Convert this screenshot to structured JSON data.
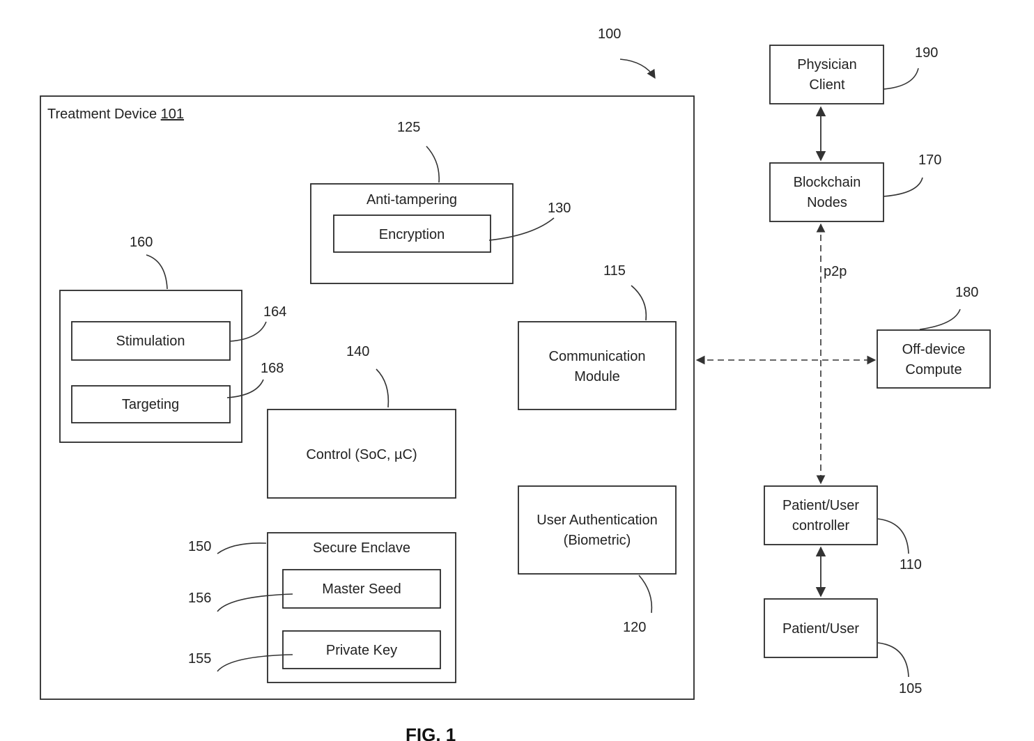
{
  "figure_ref": "100",
  "figure_caption": "FIG. 1",
  "treatment_device": {
    "label": "Treatment Device",
    "ref": "101"
  },
  "anti_tampering": {
    "label": "Anti-tampering",
    "ref": "125"
  },
  "encryption": {
    "label": "Encryption",
    "ref": "130"
  },
  "group_160": {
    "ref": "160"
  },
  "stimulation": {
    "label": "Stimulation",
    "ref": "164"
  },
  "targeting": {
    "label": "Targeting",
    "ref": "168"
  },
  "control": {
    "label": "Control (SoC, µC)",
    "ref": "140"
  },
  "communication_module": {
    "line1": "Communication",
    "line2": "Module",
    "ref": "115"
  },
  "user_authentication": {
    "line1": "User Authentication",
    "line2": "(Biometric)",
    "ref": "120"
  },
  "secure_enclave": {
    "label": "Secure Enclave",
    "ref": "150"
  },
  "master_seed": {
    "label": "Master Seed",
    "ref": "156"
  },
  "private_key": {
    "label": "Private Key",
    "ref": "155"
  },
  "physician_client": {
    "line1": "Physician",
    "line2": "Client",
    "ref": "190"
  },
  "blockchain_nodes": {
    "line1": "Blockchain",
    "line2": "Nodes",
    "ref": "170"
  },
  "p2p_label": "p2p",
  "off_device_compute": {
    "line1": "Off-device",
    "line2": "Compute",
    "ref": "180"
  },
  "patient_controller": {
    "line1": "Patient/User",
    "line2": "controller",
    "ref": "110"
  },
  "patient_user": {
    "label": "Patient/User",
    "ref": "105"
  }
}
